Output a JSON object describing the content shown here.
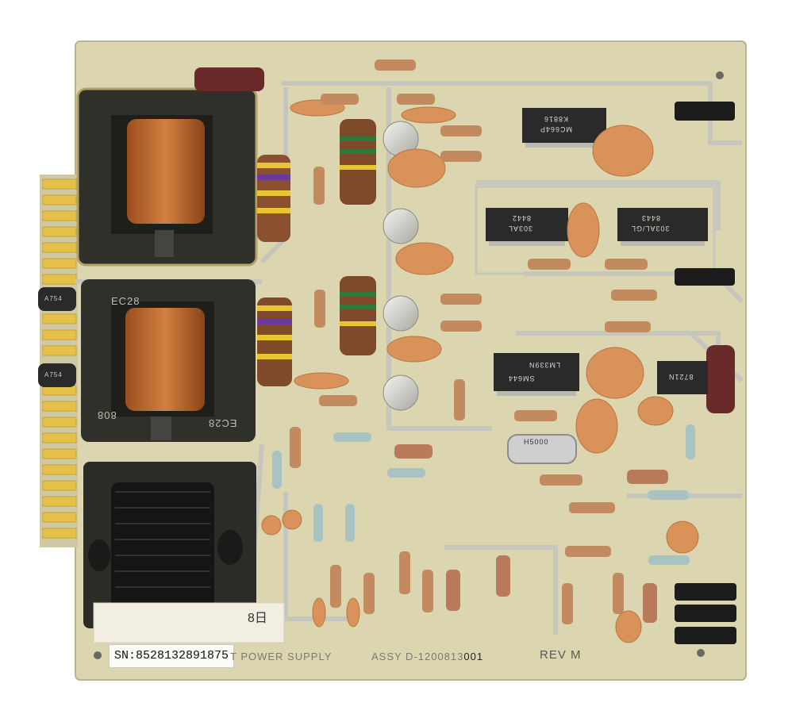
{
  "photo": {
    "sn_label": "SN:8528132891875",
    "board_title": "T POWER SUPPLY",
    "assembly": "ASSY D-1200813",
    "assembly_suffix": "001",
    "revision": "REV M",
    "sticker_text": "8日",
    "transformer_1": "EC28",
    "transformer_2": "EC28",
    "transformer_2b": "808",
    "ic_top": "MC664P",
    "ic_top_code": "K8816",
    "ic_mid_left": "303AL",
    "ic_mid_left_code": "8442",
    "ic_mid_right": "303AL/GL",
    "ic_mid_right_code": "8443",
    "ic_lower": "LM339N",
    "ic_lower_code": "SM644",
    "ic_small": "8721N",
    "cap_label": "H5000",
    "diode_label_1": "A754",
    "diode_label_2": "A754",
    "colors": {
      "pcb": "#dcd6b0",
      "trace": "#c8c8c0",
      "gold_finger": "#e6c14a",
      "ferrite": "#2a2a26",
      "copper_coil": "#c46a2e",
      "ceramic_cap": "#d9935a",
      "resistor_body": "#9a5a36"
    }
  }
}
